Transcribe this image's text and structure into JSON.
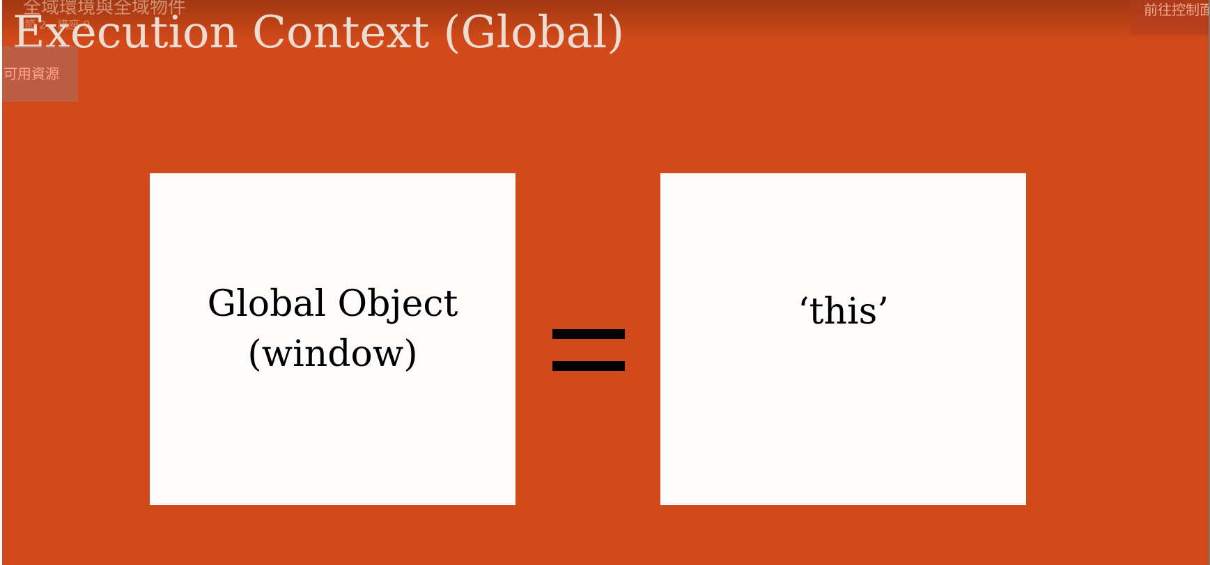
{
  "lecture": {
    "title": "全域環境與全域物件",
    "subtitle": "節 2，講座 9"
  },
  "slide": {
    "title": "Execution Context (Global)",
    "left_box": {
      "line1": "Global Object",
      "line2": "(window)"
    },
    "right_box": {
      "text": "‘this’"
    },
    "operator": "="
  },
  "controls": {
    "resources_label": "可用資源",
    "goto_dashboard_label": "前往控制面板"
  },
  "colors": {
    "slide_background": "#d24a1a",
    "box_background": "#fdfcfb",
    "title_color": "#ecdcd2"
  }
}
